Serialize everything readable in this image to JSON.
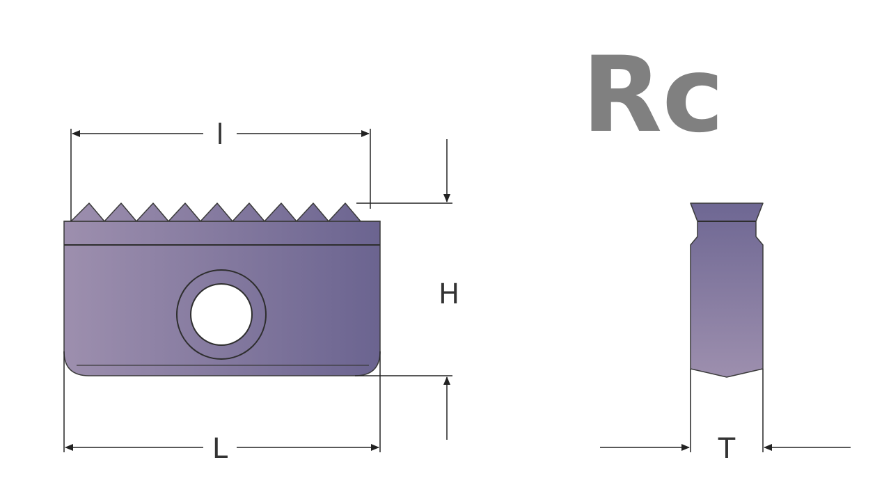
{
  "title": "Rc",
  "dimensions": {
    "l": "l",
    "H": "H",
    "L": "L",
    "T": "T"
  },
  "colors": {
    "insert_left": "#9d8fae",
    "insert_right": "#6b6490",
    "outline": "#3a3a3a",
    "title": "#808080"
  }
}
